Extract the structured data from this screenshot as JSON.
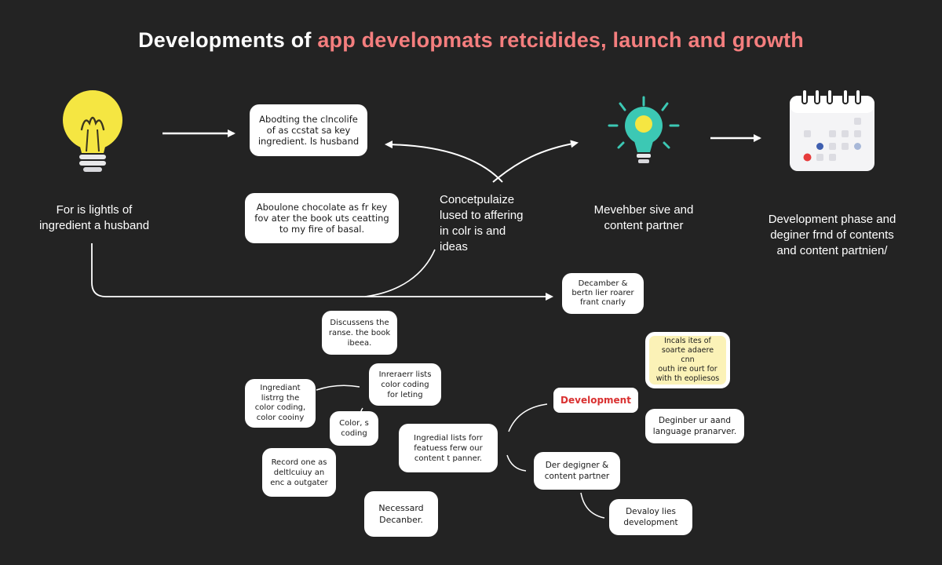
{
  "title": {
    "part1": "Developments of ",
    "part2": "app developmats retcidides, launch and growth"
  },
  "colors": {
    "background": "#232323",
    "title_accent": "#f47e7e",
    "bulb_yellow": "#f5e642",
    "bulb_teal": "#3cc8b4",
    "calendar_red": "#e63c3c",
    "calendar_blue": "#3f5fb0",
    "highlight": "#fbf2b7",
    "development_red": "#d93030"
  },
  "icons": {
    "lightbulb_left": "lightbulb-icon",
    "lightbulb_glowing": "glowing-lightbulb-icon",
    "calendar": "calendar-icon"
  },
  "stages": {
    "left_label": "For is lightls of\ningredient a husband",
    "center_label": "Concetpulaize\nlused to affering\nin colr is and\nideas",
    "mid_right_label": "Mevehber sive and\ncontent partner",
    "right_label": "Development phase and\ndeginer frnd of contents\nand content partnien/"
  },
  "bubbles": {
    "top": "Abodting the clncolife\nof as ccstat sa key\ningredient. ls husband",
    "second": "Aboulone chocolate as fr key\nfov ater the book uts ceatting\nto my fire of basal.",
    "december": "Decamber &\nbertn lier roarer\nfrant cnarly",
    "discussions": "Discussens the\nranse. the book\nibeea.",
    "interier": "Inreraerr lists\ncolor coding\nfor leting",
    "ingredient_left": "Ingrediant\nlistrrg the\ncolor coding,\ncolor cooiny",
    "color_coding": "Color, s\ncoding",
    "ingredial": "Ingredial lists forr\nfeatuess ferw our\ncontent t panner.",
    "record": "Record one as\ndeltlcuiuy an\nenc a outgater",
    "necessary": "Necessard\nDecanber.",
    "highlight": "Incals ites of\nsoarte adaere cnn\nouth ire ourt for\nwith th eopliesos",
    "development": "Development",
    "designer_language": "Deginber ur aand\nlanguage pranarver.",
    "designer_content": "Der degigner &\ncontent partner",
    "develop_files": "Devaloy lies\ndevelopment"
  }
}
